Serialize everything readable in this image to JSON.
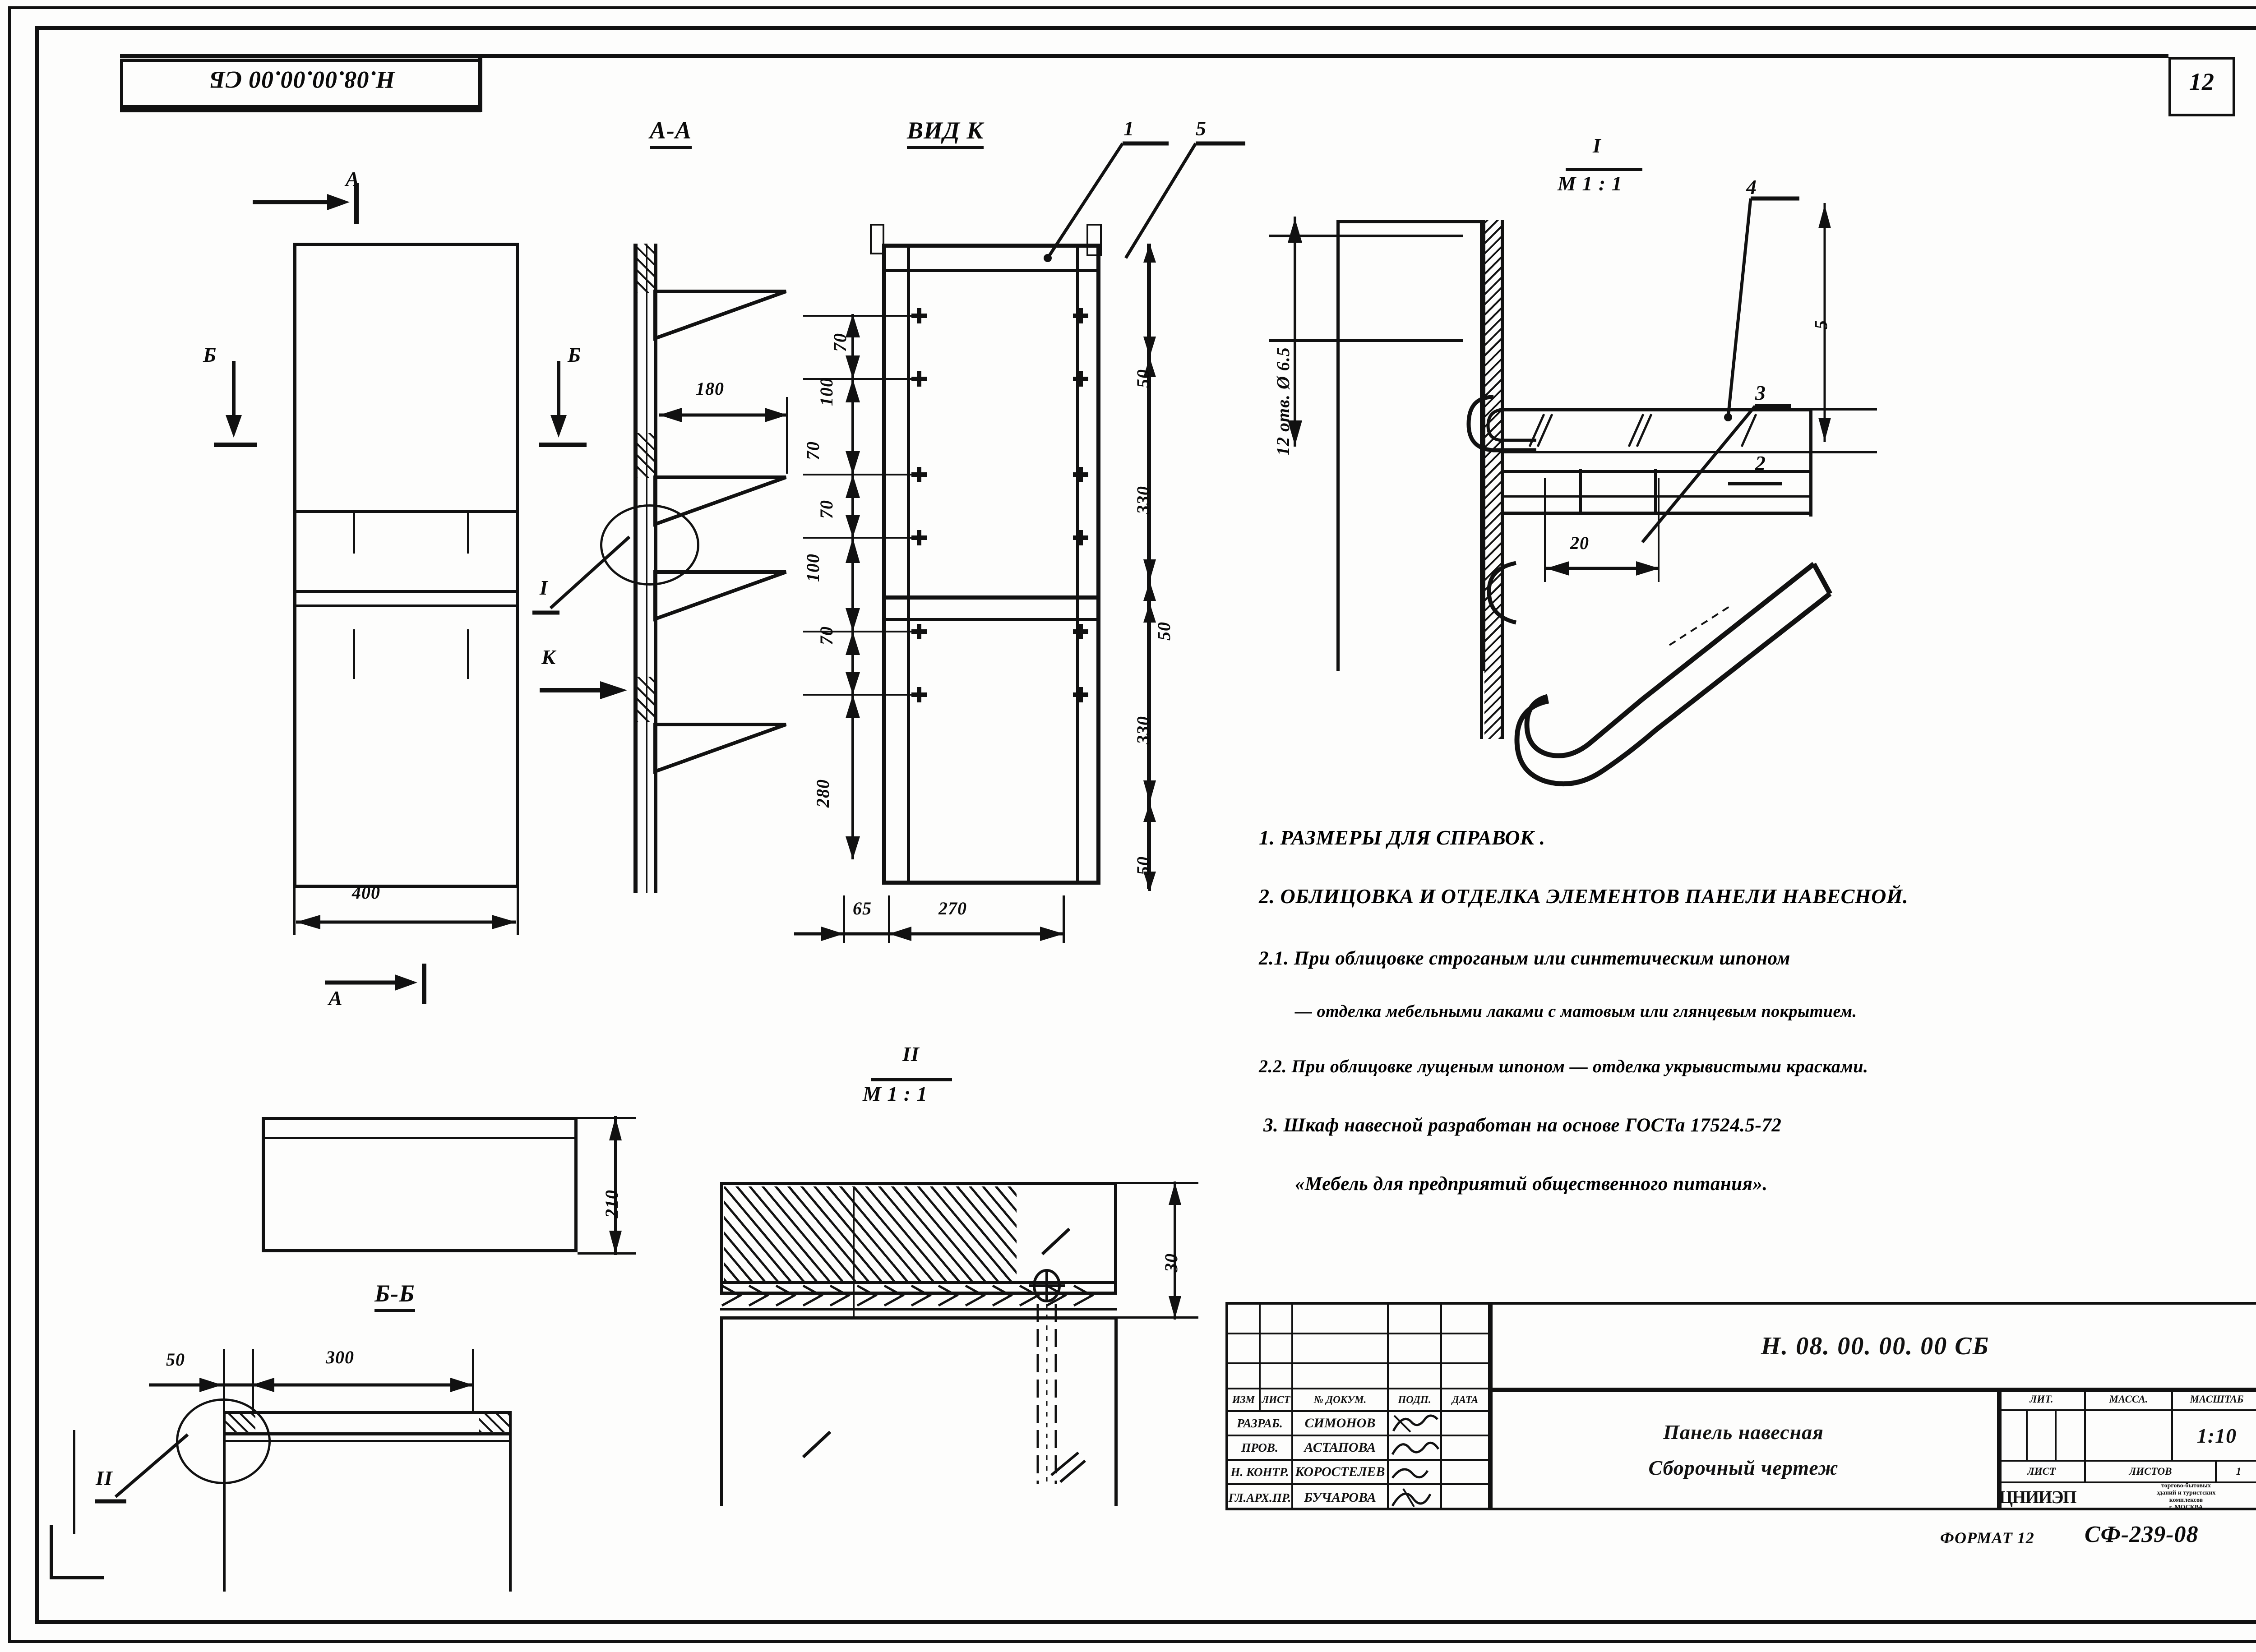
{
  "sheet": {
    "page_number": "12",
    "top_stamp": "Н.08.00.00.00 СБ"
  },
  "views": {
    "front": {
      "section_marks": [
        "А",
        "Б",
        "Б",
        "А"
      ],
      "width_dim": "400"
    },
    "section_aa": {
      "label": "А-А",
      "dim_180": "180",
      "detail_mark": "I",
      "view_arrow": "К"
    },
    "vid_k": {
      "label": "ВИД К",
      "callouts": [
        "1",
        "5"
      ],
      "left_chain": [
        "70",
        "100",
        "70",
        "70",
        "100",
        "70"
      ],
      "left_total": "280",
      "right_chain": [
        "50",
        "330",
        "50",
        "330",
        "50"
      ],
      "bottom_dims": [
        "65",
        "270"
      ]
    },
    "detail_i": {
      "mark": "I",
      "scale": "М 1 : 1",
      "holes_note": "12 отв. Ø 6.5",
      "dim_20": "20",
      "dim_5": "5",
      "callouts": [
        "4",
        "3",
        "2"
      ]
    },
    "detail_ii": {
      "mark": "II",
      "scale": "М 1 : 1",
      "dim_30": "30"
    },
    "section_bb": {
      "label": "Б-Б",
      "dim_210": "210",
      "dim_50": "50",
      "dim_300": "300",
      "detail_mark": "II"
    }
  },
  "notes": [
    "1. РАЗМЕРЫ ДЛЯ СПРАВОК .",
    "2. ОБЛИЦОВКА И ОТДЕЛКА ЭЛЕМЕНТОВ ПАНЕЛИ НАВЕСНОЙ.",
    "2.1. При облицовке строганым или синтетическим шпоном",
    "— отделка мебельными лаками с матовым или глянцевым покрытием.",
    "2.2. При облицовке лущеным шпоном — отделка укрывистыми красками.",
    "3. Шкаф навесной разработан на основе ГОСТа 17524.5-72",
    "«Мебель для предприятий общественного питания»."
  ],
  "title_block": {
    "drawing_number": "Н. 08. 00. 00. 00   СБ",
    "title_line1": "Панель навесная",
    "title_line2": "Сборочный чертеж",
    "columns": [
      "ИЗМ",
      "ЛИСТ",
      "№ ДОКУМ.",
      "ПОДП.",
      "ДАТА"
    ],
    "roles": [
      {
        "role": "РАЗРАБ.",
        "name": "СИМОНОВ"
      },
      {
        "role": "ПРОВ.",
        "name": "АСТАПОВА"
      },
      {
        "role": "Н. КОНТР.",
        "name": "КОРОСТЕЛЕВ"
      },
      {
        "role": "ГЛ.АРХ.ПР.",
        "name": "БУЧАРОВА"
      }
    ],
    "lit_label": "ЛИТ.",
    "mass_label": "МАССА.",
    "scale_label": "МАСШТАБ",
    "scale_value": "1:10",
    "sheet_label": "ЛИСТ",
    "sheets_label": "ЛИСТОВ",
    "sheets_value": "1",
    "org_logo": "ЦНИИЭП",
    "org_lines": [
      "торгово-бытовых",
      "зданий и туристских",
      "комплексов",
      "г. МОСКВА"
    ],
    "format_label": "ФОРМАТ 12",
    "doc_code": "СФ-239-08"
  }
}
